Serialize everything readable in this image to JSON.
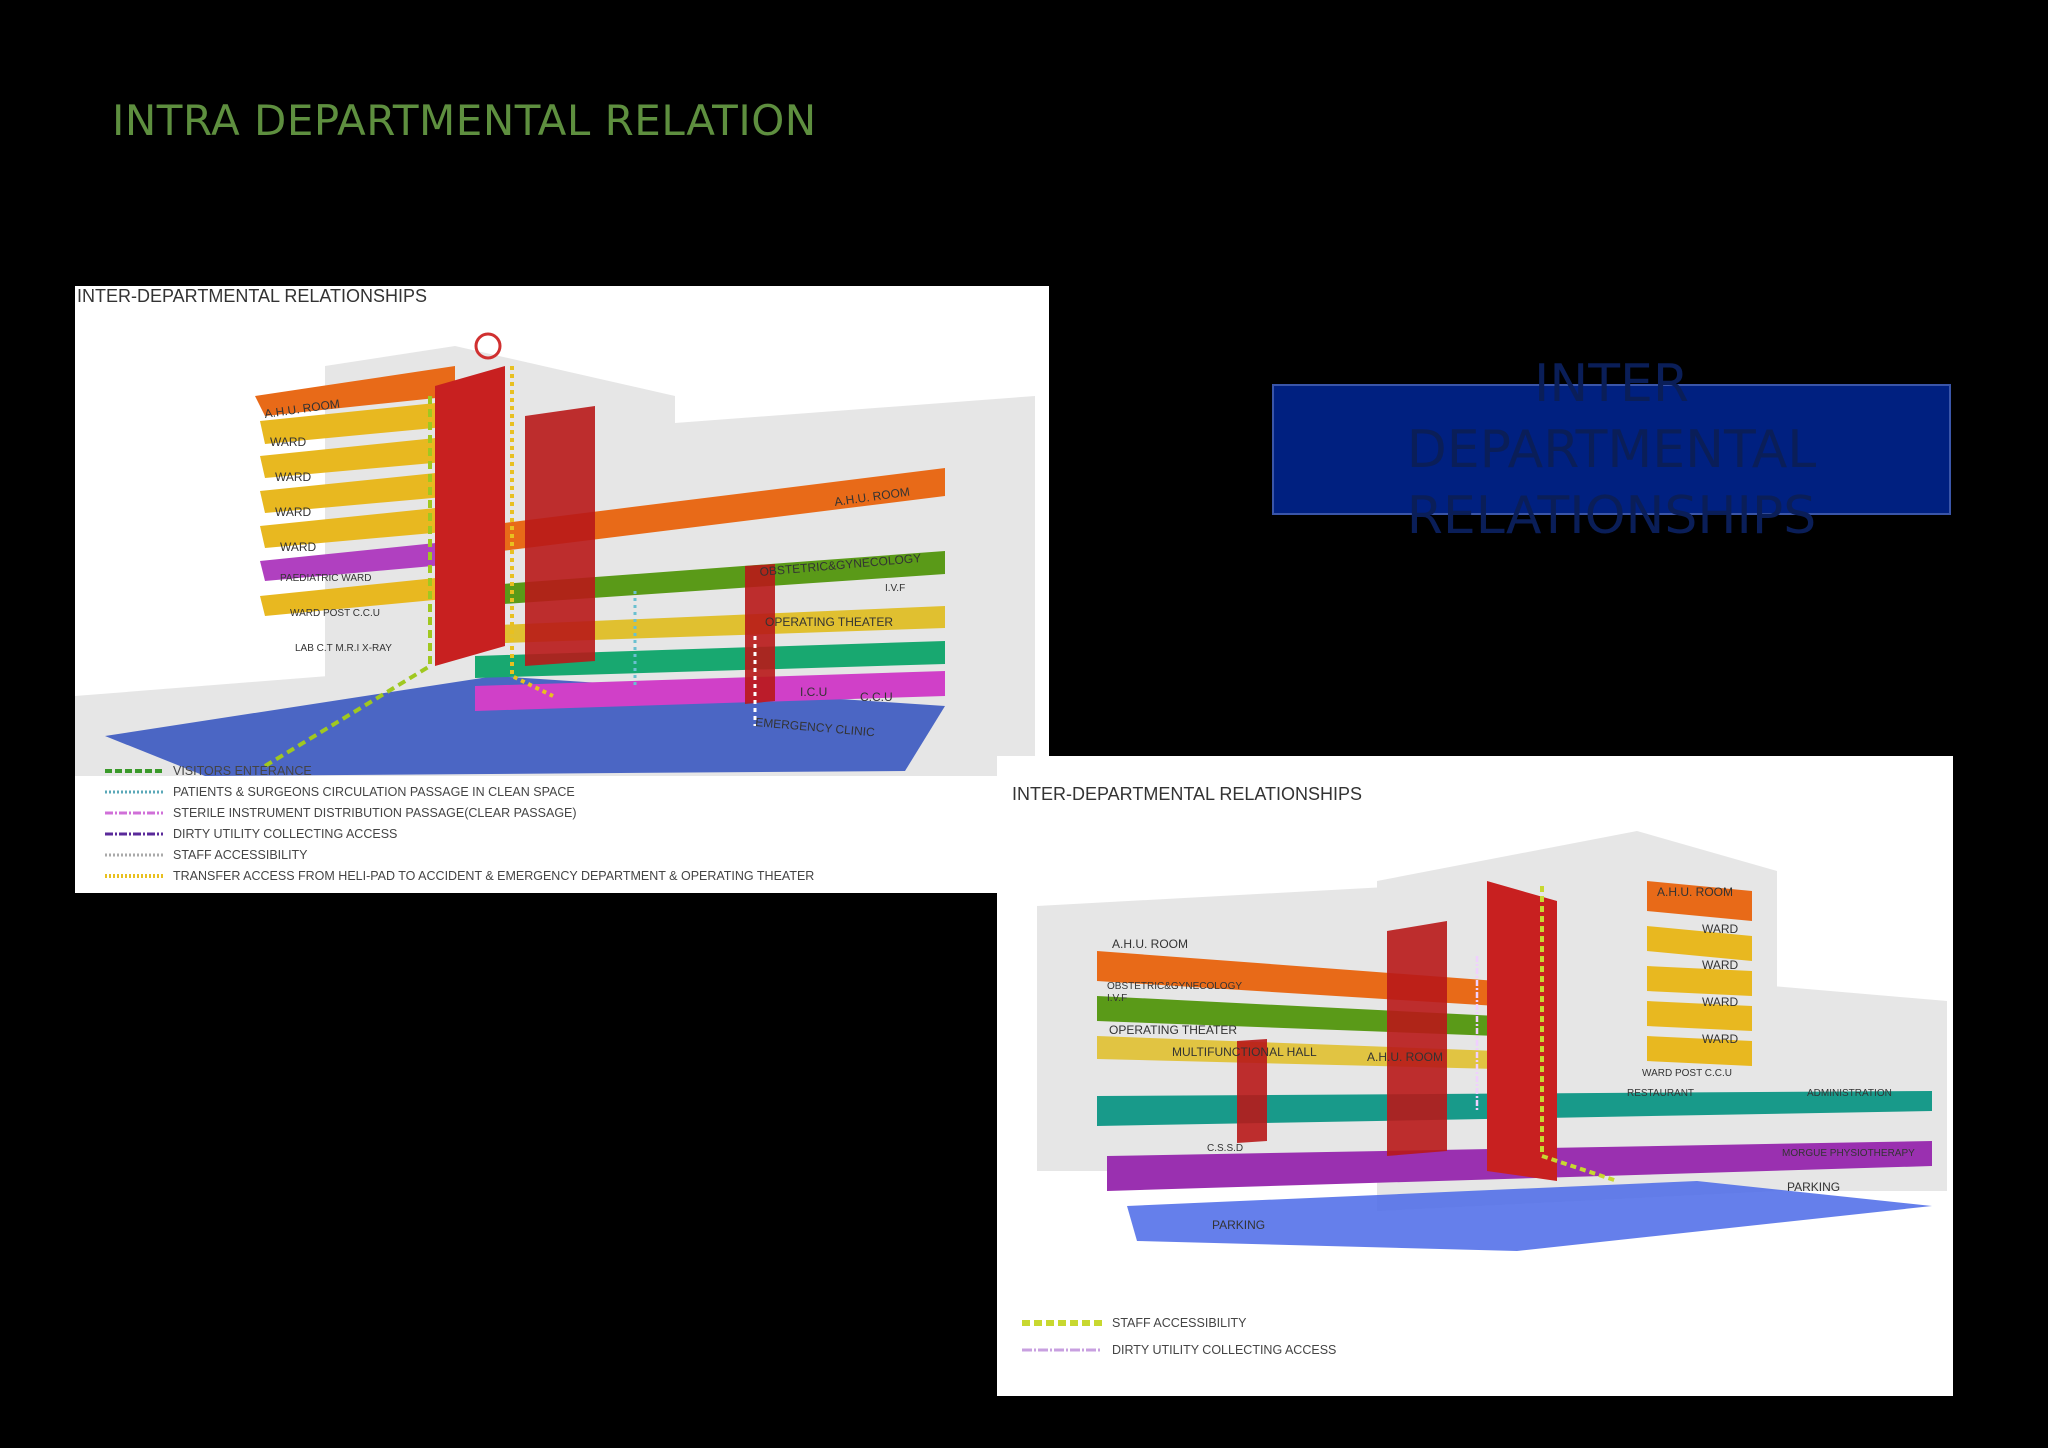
{
  "slide_title": "INTRA DEPARTMENTAL RELATION",
  "label_box": "INTER DEPARTMENTAL RELATIONSHIPS",
  "panel1": {
    "heading": "INTER-DEPARTMENTAL RELATIONSHIPS",
    "floor_labels": [
      "A.H.U. ROOM",
      "WARD",
      "WARD",
      "WARD",
      "WARD",
      "PAEDIATRIC WARD",
      "WARD  POST C.C.U",
      "LAB  C.T  M.R.I  X-RAY",
      "A.H.U. ROOM",
      "OBSTETRIC&GYNECOLOGY",
      "I.V.F",
      "OPERATING THEATER",
      "I.C.U",
      "C.C.U",
      "EMERGENCY CLINIC"
    ],
    "legend": [
      {
        "label": "VISITORS ENTERANCE",
        "color": "#3a9a2a",
        "style": "dash"
      },
      {
        "label": "PATIENTS & SURGEONS CIRCULATION PASSAGE IN CLEAN SPACE",
        "color": "#5aa8b8",
        "style": "dot"
      },
      {
        "label": "STERILE INSTRUMENT DISTRIBUTION PASSAGE(CLEAR PASSAGE)",
        "color": "#d070d8",
        "style": "dashdot"
      },
      {
        "label": "DIRTY UTILITY COLLECTING ACCESS",
        "color": "#5a2a9a",
        "style": "dashdot"
      },
      {
        "label": "STAFF ACCESSIBILITY",
        "color": "#aaaaaa",
        "style": "dot"
      },
      {
        "label": "TRANSFER ACCESS FROM HELI-PAD TO ACCIDENT & EMERGENCY DEPARTMENT & OPERATING THEATER",
        "color": "#e8c020",
        "style": "dot"
      }
    ]
  },
  "panel2": {
    "heading": "INTER-DEPARTMENTAL RELATIONSHIPS",
    "floor_labels": [
      "A.H.U. ROOM",
      "WARD",
      "WARD",
      "WARD",
      "WARD",
      "WARD  POST C.C.U",
      "A.H.U. ROOM",
      "OBSTETRIC&GYNECOLOGY",
      "I.V.F",
      "OPERATING THEATER",
      "MULTIFUNCTIONAL HALL",
      "A.H.U. ROOM",
      "RESTAURANT",
      "ADMINISTRATION",
      "MORGUE  PHYSIOTHERAPY",
      "C.S.S.D",
      "PARKING",
      "PARKING"
    ],
    "legend": [
      {
        "label": "STAFF ACCESSIBILITY",
        "color": "#c8d830",
        "style": "block"
      },
      {
        "label": "DIRTY UTILITY COLLECTING ACCESS",
        "color": "#c8a0e0",
        "style": "dashdot"
      }
    ]
  },
  "colors": {
    "title": "#5e8f3f",
    "label_box_bg": "#002080",
    "label_box_text": "#0a1e58",
    "ahu": "#e86a18",
    "ward": "#e8b820",
    "obstetric": "#5a9a18",
    "operating": "#e0c030",
    "icu": "#18a870",
    "sterile": "#d040c8",
    "base": "#3050c0",
    "core": "#c82020",
    "admin": "#189a8a",
    "morgue": "#9a30b0"
  }
}
